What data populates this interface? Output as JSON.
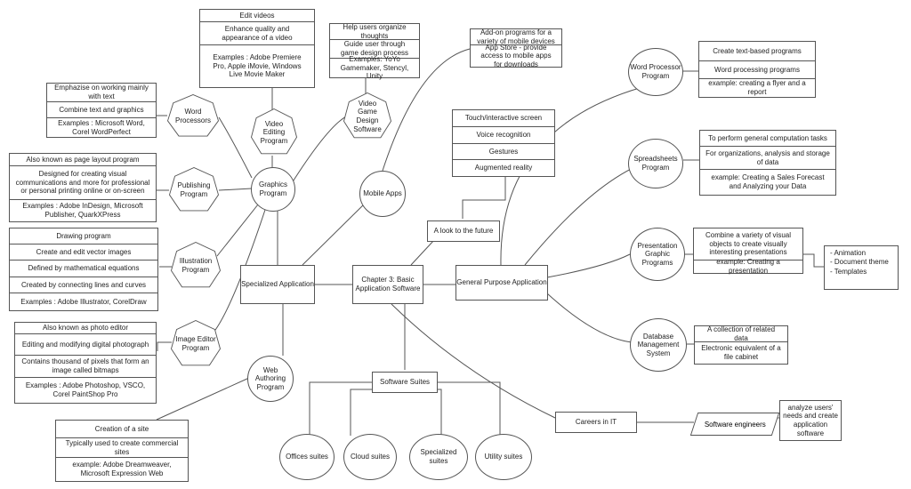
{
  "center": "Chapter 3: Basic Application Software",
  "branches": {
    "specialized": "Specialized Application",
    "general": "General Purpose Application",
    "mobile": "Mobile Apps",
    "suites": "Software Suites",
    "careers": "Careers in IT",
    "future": "A look to the future"
  },
  "graphics": {
    "title": "Graphics Program",
    "video_editing": {
      "title": "Video Editing Program",
      "items": [
        "Edit videos",
        "Enhance quality and appearance of a video",
        "Examples : Adobe Premiere Pro, Apple iMovie, Windows Live Movie Maker"
      ]
    },
    "game_design": {
      "title": "Video Game Design Software",
      "items": [
        "Help users organize thoughts",
        "Guide user through game design process",
        "Examples: YoYo  Gamemaker, Stencyl, Unity"
      ]
    },
    "word_processors": {
      "title": "Word Processors",
      "items": [
        "Emphazise on working mainly with text",
        "Combine text and graphics",
        "Examples : Microsoft Word, Corel WordPerfect"
      ]
    },
    "publishing": {
      "title": "Publishing Program",
      "items": [
        "Also known as page layout program",
        "Designed for creating visual communications and more for professional or personal printing online or on-screen",
        "Examples : Adobe InDesign, Microsoft Publisher, QuarkXPress"
      ]
    },
    "illustration": {
      "title": "Illustration Program",
      "items": [
        "Drawing program",
        "Create and edit vector images",
        "Defined by mathematical equations",
        "Created by connecting lines and curves",
        "Examples : Adobe Illustrator, CorelDraw"
      ]
    },
    "image_editor": {
      "title": "Image Editor Program",
      "items": [
        "Also known as photo editor",
        "Editing and modifying digital photograph",
        "Contains thousand of pixels that form an image called bitmaps",
        "Examples : Adobe Photoshop, VSCO, Corel PaintShop Pro"
      ]
    }
  },
  "web_authoring": {
    "title": "Web Authoring Program",
    "items": [
      "Creation of a site",
      "Typically used to create commercial sites",
      "example: Adobe Dreamweaver, Microsoft Expression Web"
    ]
  },
  "mobile_list": [
    "Add-on programs for a variety of mobile devices",
    "App Store - provide access to mobile apps for downloads"
  ],
  "future_list": [
    "Touch/interactive screen",
    "Voice recognition",
    "Gestures",
    "Augmented reality"
  ],
  "suites_list": [
    "Offices suites",
    "Cloud suites",
    "Specialized suites",
    "Utility suites"
  ],
  "general": {
    "word_processor": {
      "title": "Word Processor Program",
      "items": [
        "Create text-based programs",
        "Word processing programs",
        "example: creating a flyer and a report"
      ]
    },
    "spreadsheets": {
      "title": "Spreadsheets Program",
      "items": [
        "To perform general computation tasks",
        "For organizations, analysis and storage of data",
        "example: Creating a Sales Forecast and Analyzing your Data"
      ]
    },
    "presentation": {
      "title": "Presentation Graphic Programs",
      "items": [
        "Combine a variety of visual objects to create visually interesting presentations",
        "example: Creating a presentation"
      ],
      "features": [
        "- Animation",
        "- Document theme",
        "- Templates"
      ]
    },
    "database": {
      "title": "Database Management System",
      "items": [
        "A collection of related data",
        "Electronic equivalent of a file cabinet"
      ]
    }
  },
  "careers": {
    "role": "Software engineers",
    "description": "analyze users' needs and create application software"
  }
}
